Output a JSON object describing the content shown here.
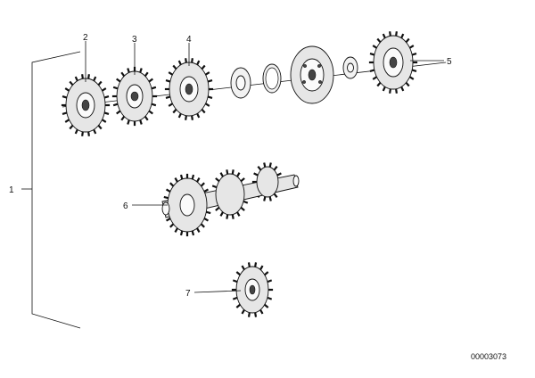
{
  "callouts": {
    "c1": "1",
    "c2": "2",
    "c3": "3",
    "c4": "4",
    "c5": "5",
    "c6": "6",
    "c7": "7"
  },
  "reference_number": "00003073"
}
